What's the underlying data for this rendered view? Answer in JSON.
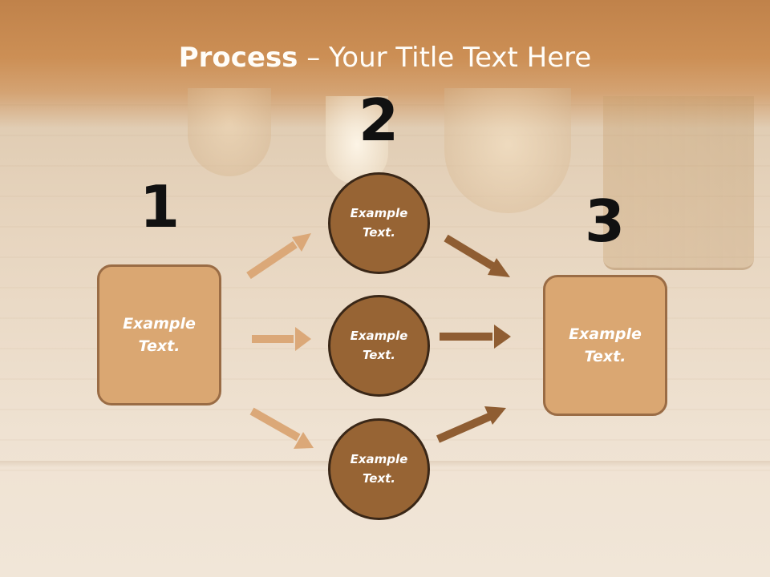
{
  "title": {
    "bold": "Process",
    "rest": " – Your Title Text Here"
  },
  "steps": [
    {
      "number": "1",
      "text": "Example\nText."
    },
    {
      "number": "2",
      "items": [
        "Example\nText.",
        "Example\nText.",
        "Example\nText."
      ]
    },
    {
      "number": "3",
      "text": "Example\nText."
    }
  ],
  "colors": {
    "box_fill": "#daa772",
    "circle_fill": "#976434",
    "arrow_light": "#dba878",
    "arrow_dark": "#8f5d32"
  }
}
